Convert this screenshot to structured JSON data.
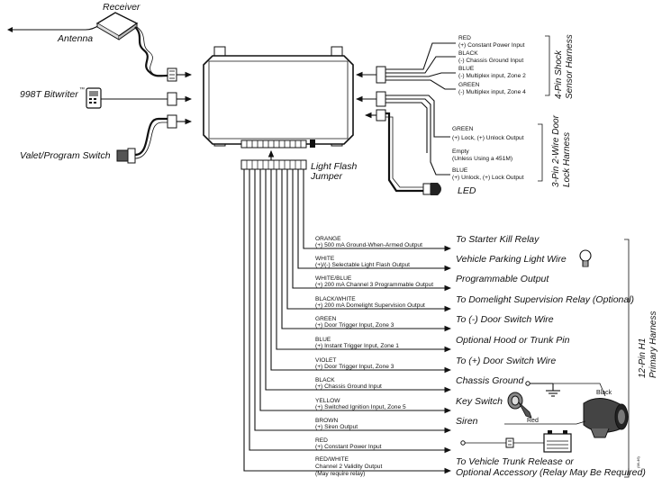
{
  "top_devices": {
    "receiver": "Receiver",
    "antenna": "Antenna",
    "bitwriter": "998T Bitwriter",
    "bitwriter_tm": "™",
    "valet_switch": "Valet/Program Switch",
    "light_flash": "Light Flash",
    "jumper": "Jumper"
  },
  "shock_harness": {
    "title_line1": "4-Pin Shock",
    "title_line2": "Sensor Harness",
    "wires": [
      {
        "color": "RED",
        "desc": "(+) Constant Power Input"
      },
      {
        "color": "BLACK",
        "desc": "(-) Chassis Ground Input"
      },
      {
        "color": "BLUE",
        "desc": "(-) Multiplex input, Zone 2"
      },
      {
        "color": "GREEN",
        "desc": "(-) Multiplex input, Zone 4"
      }
    ]
  },
  "door_lock_harness": {
    "title_line1": "3-Pin 2-Wire Door",
    "title_line2": "Lock Harness",
    "wires": [
      {
        "color": "GREEN",
        "desc": "(+) Lock, (+) Unlock Output"
      },
      {
        "color": "Empty",
        "desc": "(Unless Using a 451M)"
      },
      {
        "color": "BLUE",
        "desc": "(+) Unlock, (+) Lock Output"
      }
    ],
    "led": "LED"
  },
  "primary_harness": {
    "title_line1": "12-Pin H1",
    "title_line2": "Primary Harness",
    "wires": [
      {
        "color": "ORANGE",
        "desc": "(+) 500 mA Ground-When-Armed Output",
        "target": "To Starter Kill Relay"
      },
      {
        "color": "WHITE",
        "desc": "(+)/(-) Selectable Light Flash Output",
        "target": "Vehicle Parking Light Wire"
      },
      {
        "color": "WHITE/BLUE",
        "desc": "(+) 200 mA Channel 3 Programmable Output",
        "target": "Programmable Output"
      },
      {
        "color": "BLACK/WHITE",
        "desc": "(+) 200 mA Domelight Supervision Output",
        "target": "To Domelight Supervision Relay (Optional)"
      },
      {
        "color": "GREEN",
        "desc": "(+) Door Trigger Input, Zone 3",
        "target": "To (-) Door Switch Wire"
      },
      {
        "color": "BLUE",
        "desc": "(+) Instant Trigger Input, Zone 1",
        "target": "Optional Hood or Trunk Pin"
      },
      {
        "color": "VIOLET",
        "desc": "(+) Door Trigger Input, Zone 3",
        "target": "To (+) Door Switch Wire"
      },
      {
        "color": "BLACK",
        "desc": "(+) Chassis Ground Input",
        "target": "Chassis Ground"
      },
      {
        "color": "YELLOW",
        "desc": "(+) Switched Ignition Input, Zone 5",
        "target": "Key Switch"
      },
      {
        "color": "BROWN",
        "desc": "(+) Siren Output",
        "target": "Siren"
      },
      {
        "color": "RED",
        "desc": "(+) Constant Power Input",
        "target": ""
      },
      {
        "color": "RED/WHITE",
        "desc": "Channel 2 Validity Output",
        "desc2": "(May require relay)",
        "target": "To Vehicle Trunk Release or",
        "target2": "Optional Accessory (Relay May Be Required)"
      }
    ]
  },
  "labels": {
    "siren_red": "Red",
    "siren_black": "Black",
    "diagram_code": "(98-46)"
  }
}
